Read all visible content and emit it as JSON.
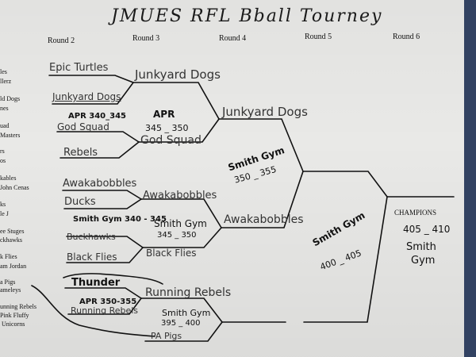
{
  "title": "JMUES RFL Bball Tourney",
  "rounds": [
    "Round 2",
    "Round 3",
    "Round 4",
    "Round 5",
    "Round 6"
  ],
  "left_teams": [
    "les",
    "llerz",
    "ld Dogs",
    "nes",
    "uad",
    "Masters",
    "rs",
    "os",
    "kables",
    "John Cenas",
    "ks",
    "le J",
    "ee Stuges",
    "ckhawks",
    "k Flies",
    "am Jordan",
    "a Pigs",
    "ameleys",
    "unning Rebels",
    "Pink Fluffy",
    "Unicorns"
  ],
  "round2": {
    "epic_turtles": "Epic Turtles",
    "junkyard_dogs": "Junkyard Dogs",
    "god_squad": "God Squad",
    "apr_note": "APR 340_345",
    "rebels": "Rebels",
    "awakabobbles": "Awakabobbles",
    "ducks": "Ducks",
    "smith_gym_note": "Smith Gym 340 - 345",
    "buckhawks": "Buckhawks",
    "black_flies": "Black Flies",
    "thunder": "Thunder",
    "apr_note2": "APR 350-355",
    "running_rebels": "Running Rebels"
  },
  "round3": {
    "junkyard_dogs": "Junkyard Dogs",
    "apr": "APR",
    "apr_time": "345 _ 350",
    "god_squad": "God Squad",
    "awakabobbles": "Awakabobbles",
    "smith_gym": "Smith Gym",
    "smith_gym_time": "345 _ 350",
    "black_flies": "Black Flies",
    "running_rebels": "Running Rebels",
    "smith_gym2": "Smith Gym",
    "smith_gym2_time": "395 _ 400",
    "pa_pigs": "PA Pigs"
  },
  "round4": {
    "junkyard_dogs": "Junkyard Dogs",
    "smith_gym": "Smith Gym",
    "smith_gym_time": "350 _ 355",
    "awakabobbles": "Awakabobbles"
  },
  "round5": {
    "smith_gym": "Smith Gym",
    "smith_gym_time": "400 _ 405"
  },
  "round6": {
    "champions": "CHAMPIONS",
    "time": "405 _ 410",
    "venue1": "Smith",
    "venue2": "Gym"
  }
}
